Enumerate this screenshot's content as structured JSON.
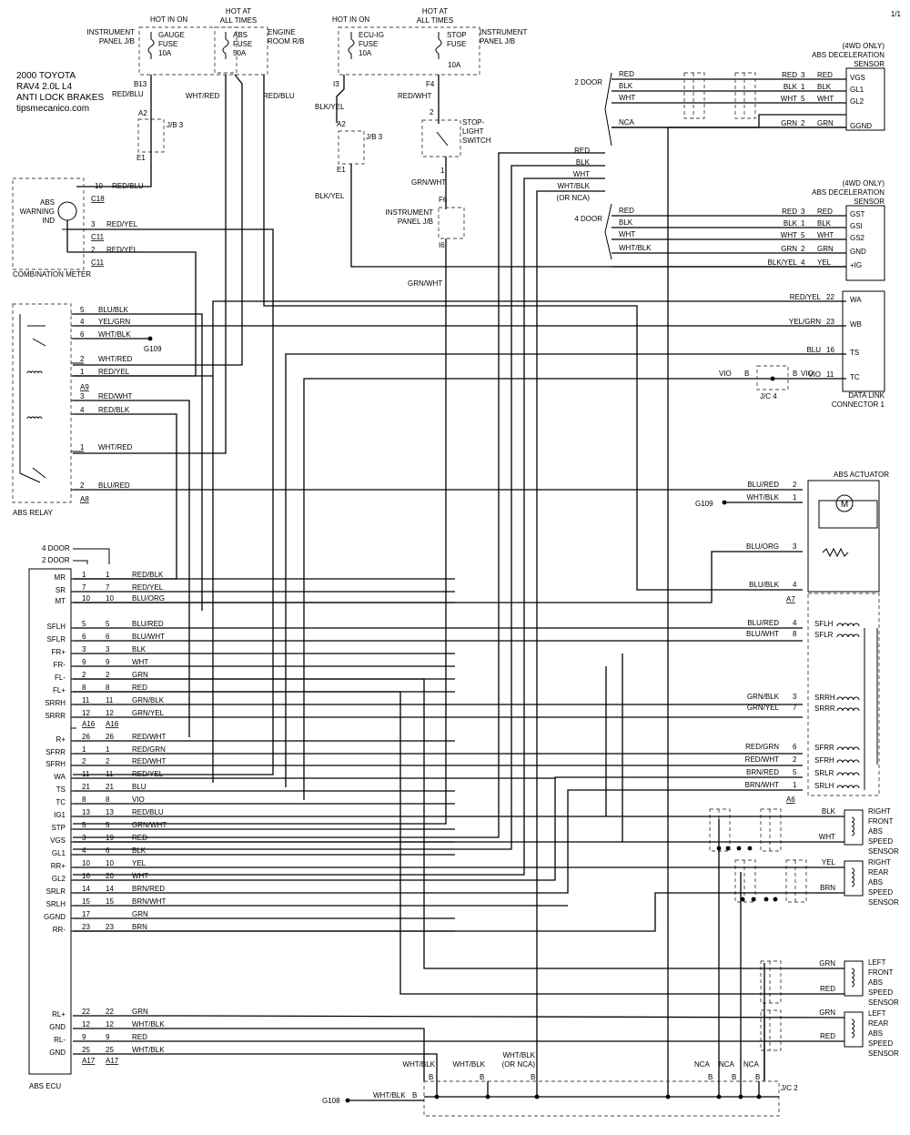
{
  "page_number": "1/1",
  "title_block": {
    "year_make": "2000 TOYOTA",
    "model": "RAV4 2.0L  L4",
    "system": "ANTI LOCK BRAKES",
    "website": "tipsmecanico.com"
  },
  "fuses": {
    "hot_in_on": "HOT IN ON",
    "hot_at_all_times": "HOT AT ALL TIMES",
    "instrument_panel_jb": "INSTRUMENT PANEL J/B",
    "engine_room_rb": "ENGINE ROOM R/B",
    "gauge_fuse": [
      "GAUGE",
      "FUSE",
      "10A"
    ],
    "abs_fuse": [
      "ABS",
      "FUSE",
      "50A"
    ],
    "ecu_ig_fuse": [
      "ECU-IG",
      "FUSE",
      "10A"
    ],
    "stop_fuse": [
      "STOP",
      "FUSE"
    ],
    "stop_amp": "10A"
  },
  "upper_labels": {
    "b13": "B13",
    "red_blu": "RED/BLU",
    "wht_red": "WHT/RED",
    "a2": "A2",
    "jb3": "J/B 3",
    "e1": "E1",
    "i3": "I3",
    "f4": "F4",
    "blk_yel": "BLK/YEL",
    "red_wht": "RED/WHT",
    "stop_light_switch": [
      "STOP-",
      "LIGHT",
      "SWITCH"
    ],
    "pin2": "2",
    "pin1": "1",
    "grn_wht": "GRN/WHT",
    "f6": "F6",
    "i6": "I6",
    "ip_jb": [
      "INSTRUMENT",
      "PANEL J/B"
    ]
  },
  "combination_meter": {
    "label": "COMBINATION METER",
    "indicator": [
      "ABS",
      "WARNING",
      "IND"
    ],
    "pins": [
      {
        "pin": "10",
        "color": "RED/BLU",
        "conn": "C18"
      },
      {
        "pin": "3",
        "color": "RED/YEL",
        "conn": "C11"
      },
      {
        "pin": "2",
        "color": "RED/YEL",
        "conn": "C11"
      }
    ]
  },
  "decel_2door": {
    "title": [
      "(4WD ONLY)",
      "ABS DECELERATION",
      "SENSOR"
    ],
    "door": "2 DOOR",
    "left": [
      "RED",
      "BLK",
      "WHT",
      "NCA"
    ],
    "rows": [
      {
        "color": "RED",
        "pin": "3",
        "wire": "RED",
        "term": "VGS"
      },
      {
        "color": "BLK",
        "pin": "1",
        "wire": "BLK",
        "term": "GL1"
      },
      {
        "color": "WHT",
        "pin": "5",
        "wire": "WHT",
        "term": "GL2"
      },
      {
        "color": "GRN",
        "pin": "2",
        "wire": "GRN",
        "term": "GGND"
      }
    ]
  },
  "decel_4door": {
    "title": [
      "(4WD ONLY)",
      "ABS DECELERATION",
      "SENSOR"
    ],
    "door": "4 DOOR",
    "left": [
      "RED",
      "BLK",
      "WHT",
      "WHT/BLK"
    ],
    "rows": [
      {
        "color": "RED",
        "pin": "3",
        "wire": "RED",
        "term": "GST"
      },
      {
        "color": "BLK",
        "pin": "1",
        "wire": "BLK",
        "term": "GSI"
      },
      {
        "color": "WHT",
        "pin": "5",
        "wire": "WHT",
        "term": "GS2"
      },
      {
        "color": "GRN",
        "pin": "2",
        "wire": "GRN",
        "term": "GND"
      },
      {
        "color": "BLK/YEL",
        "pin": "4",
        "wire": "YEL",
        "term": "+IG"
      }
    ]
  },
  "bus_labels": [
    "RED",
    "BLK",
    "WHT",
    "WHT/BLK",
    "(OR NCA)"
  ],
  "dlc": {
    "label": [
      "DATA LINK",
      "CONNECTOR 1"
    ],
    "rows": [
      {
        "color": "RED/YEL",
        "pin": "22",
        "term": "WA"
      },
      {
        "color": "YEL/GRN",
        "pin": "23",
        "term": "WB"
      },
      {
        "color": "BLU",
        "pin": "16",
        "term": "TS"
      },
      {
        "color": "VIO",
        "pin": "11",
        "term": "TC"
      }
    ],
    "jc4": "J/C 4",
    "vio": "VIO",
    "b": "B"
  },
  "abs_relay": {
    "label": "ABS RELAY",
    "g109": "G109",
    "pins": [
      {
        "pin": "5",
        "color": "BLU/BLK"
      },
      {
        "pin": "4",
        "color": "YEL/GRN"
      },
      {
        "pin": "6",
        "color": "WHT/BLK"
      },
      {
        "pin": "2",
        "color": "WHT/RED"
      },
      {
        "pin": "1",
        "color": "RED/YEL"
      },
      {
        "pin": "3",
        "color": "RED/WHT"
      },
      {
        "pin": "4",
        "color": "RED/BLK"
      },
      {
        "pin": "1",
        "color": "WHT/RED"
      },
      {
        "pin": "2",
        "color": "BLU/RED"
      }
    ],
    "a9": "A9",
    "a8": "A8"
  },
  "abs_actuator": {
    "label": "ABS ACTUATOR",
    "g109": "G109",
    "motor": "M",
    "rows": [
      {
        "color": "BLU/RED",
        "pin": "2",
        "term": ""
      },
      {
        "color": "WHT/BLK",
        "pin": "1",
        "term": ""
      },
      {
        "color": "BLU/ORG",
        "pin": "3",
        "term": ""
      },
      {
        "color": "BLU/BLK",
        "pin": "4",
        "term": ""
      },
      {
        "color": "BLU/RED",
        "pin": "4",
        "term": "SFLH"
      },
      {
        "color": "BLU/WHT",
        "pin": "8",
        "term": "SFLR"
      },
      {
        "color": "GRN/BLK",
        "pin": "3",
        "term": "SRRH"
      },
      {
        "color": "GRN/YEL",
        "pin": "7",
        "term": "SRRR"
      },
      {
        "color": "RED/GRN",
        "pin": "6",
        "term": "SFRR"
      },
      {
        "color": "RED/WHT",
        "pin": "2",
        "term": "SFRH"
      },
      {
        "color": "BRN/RED",
        "pin": "5",
        "term": "SRLR"
      },
      {
        "color": "BRN/WHT",
        "pin": "1",
        "term": "SRLH"
      }
    ],
    "a7": "A7",
    "a6": "A6"
  },
  "ecu": {
    "label": "ABS ECU",
    "door4": "4 DOOR",
    "door2": "2 DOOR",
    "rows": [
      {
        "term": "MR",
        "p4": "1",
        "p2": "1",
        "color": "RED/BLK"
      },
      {
        "term": "SR",
        "p4": "7",
        "p2": "7",
        "color": "RED/YEL"
      },
      {
        "term": "MT",
        "p4": "10",
        "p2": "10",
        "color": "BLU/ORG"
      },
      {
        "term": "SFLH",
        "p4": "5",
        "p2": "5",
        "color": "BLU/RED"
      },
      {
        "term": "SFLR",
        "p4": "6",
        "p2": "6",
        "color": "BLU/WHT"
      },
      {
        "term": "FR+",
        "p4": "3",
        "p2": "3",
        "color": "BLK"
      },
      {
        "term": "FR-",
        "p4": "9",
        "p2": "9",
        "color": "WHT"
      },
      {
        "term": "FL-",
        "p4": "2",
        "p2": "2",
        "color": "GRN"
      },
      {
        "term": "FL+",
        "p4": "8",
        "p2": "8",
        "color": "RED"
      },
      {
        "term": "SRRH",
        "p4": "11",
        "p2": "11",
        "color": "GRN/BLK"
      },
      {
        "term": "SRRR",
        "p4": "12",
        "p2": "12",
        "color": "GRN/YEL"
      },
      {
        "term": "",
        "p4": "A16",
        "p2": "A16",
        "color": ""
      },
      {
        "term": "R+",
        "p4": "26",
        "p2": "26",
        "color": "RED/WHT"
      },
      {
        "term": "SFRR",
        "p4": "1",
        "p2": "1",
        "color": "RED/GRN"
      },
      {
        "term": "SFRH",
        "p4": "2",
        "p2": "2",
        "color": "RED/WHT"
      },
      {
        "term": "WA",
        "p4": "11",
        "p2": "11",
        "color": "RED/YEL"
      },
      {
        "term": "TS",
        "p4": "21",
        "p2": "21",
        "color": "BLU"
      },
      {
        "term": "TC",
        "p4": "8",
        "p2": "8",
        "color": "VIO"
      },
      {
        "term": "IG1",
        "p4": "13",
        "p2": "13",
        "color": "RED/BLU"
      },
      {
        "term": "STP",
        "p4": "5",
        "p2": "5",
        "color": "GRN/WHT"
      },
      {
        "term": "VGS",
        "p4": "3",
        "p2": "19",
        "color": "RED"
      },
      {
        "term": "GL1",
        "p4": "4",
        "p2": "6",
        "color": "BLK"
      },
      {
        "term": "RR+",
        "p4": "10",
        "p2": "10",
        "color": "YEL"
      },
      {
        "term": "GL2",
        "p4": "16",
        "p2": "20",
        "color": "WHT"
      },
      {
        "term": "SRLR",
        "p4": "14",
        "p2": "14",
        "color": "BRN/RED"
      },
      {
        "term": "SRLH",
        "p4": "15",
        "p2": "15",
        "color": "BRN/WHT"
      },
      {
        "term": "GGND",
        "p4": "17",
        "p2": "",
        "color": "GRN"
      },
      {
        "term": "RR-",
        "p4": "23",
        "p2": "23",
        "color": "BRN"
      }
    ],
    "rows2": [
      {
        "term": "RL+",
        "p4": "22",
        "p2": "22",
        "color": "GRN"
      },
      {
        "term": "GND",
        "p4": "12",
        "p2": "12",
        "color": "WHT/BLK"
      },
      {
        "term": "RL-",
        "p4": "9",
        "p2": "9",
        "color": "RED"
      },
      {
        "term": "GND",
        "p4": "25",
        "p2": "25",
        "color": "WHT/BLK"
      },
      {
        "term": "",
        "p4": "A17",
        "p2": "A17",
        "color": ""
      }
    ]
  },
  "speed_sensors": [
    {
      "label": [
        "RIGHT",
        "FRONT",
        "ABS",
        "SPEED",
        "SENSOR"
      ],
      "w1": "BLK",
      "w2": "WHT"
    },
    {
      "label": [
        "RIGHT",
        "REAR",
        "ABS",
        "SPEED",
        "SENSOR"
      ],
      "w1": "YEL",
      "w2": "BRN"
    },
    {
      "label": [
        "LEFT",
        "FRONT",
        "ABS",
        "SPEED",
        "SENSOR"
      ],
      "w1": "GRN",
      "w2": "RED"
    },
    {
      "label": [
        "LEFT",
        "REAR",
        "ABS",
        "SPEED",
        "SENSOR"
      ],
      "w1": "GRN",
      "w2": "RED"
    }
  ],
  "ground": {
    "g108": "G108",
    "wht_blk": "WHT/BLK",
    "or_nca": "(OR NCA)",
    "nca": "NCA",
    "b": "B",
    "jc2": "J/C 2"
  }
}
